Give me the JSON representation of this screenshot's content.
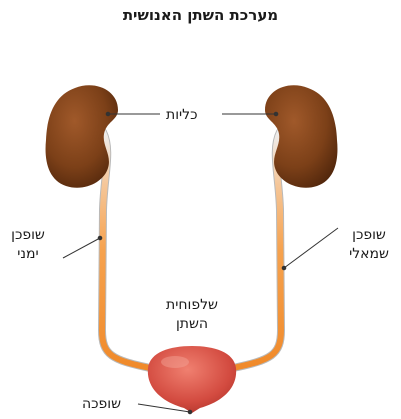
{
  "title": "מערכת השתן האנושית",
  "labels": {
    "kidneys": "כליות",
    "right_ureter_1": "שופכן",
    "right_ureter_2": "ימני",
    "left_ureter_1": "שופכן",
    "left_ureter_2": "שמאלי",
    "bladder_1": "שלפוחית",
    "bladder_2": "השתן",
    "urethra": "שופכה"
  },
  "colors": {
    "kidney": "#8a4a1f",
    "ureter": "#f39a38",
    "bladder": "#d9534f",
    "leader": "#333333"
  }
}
